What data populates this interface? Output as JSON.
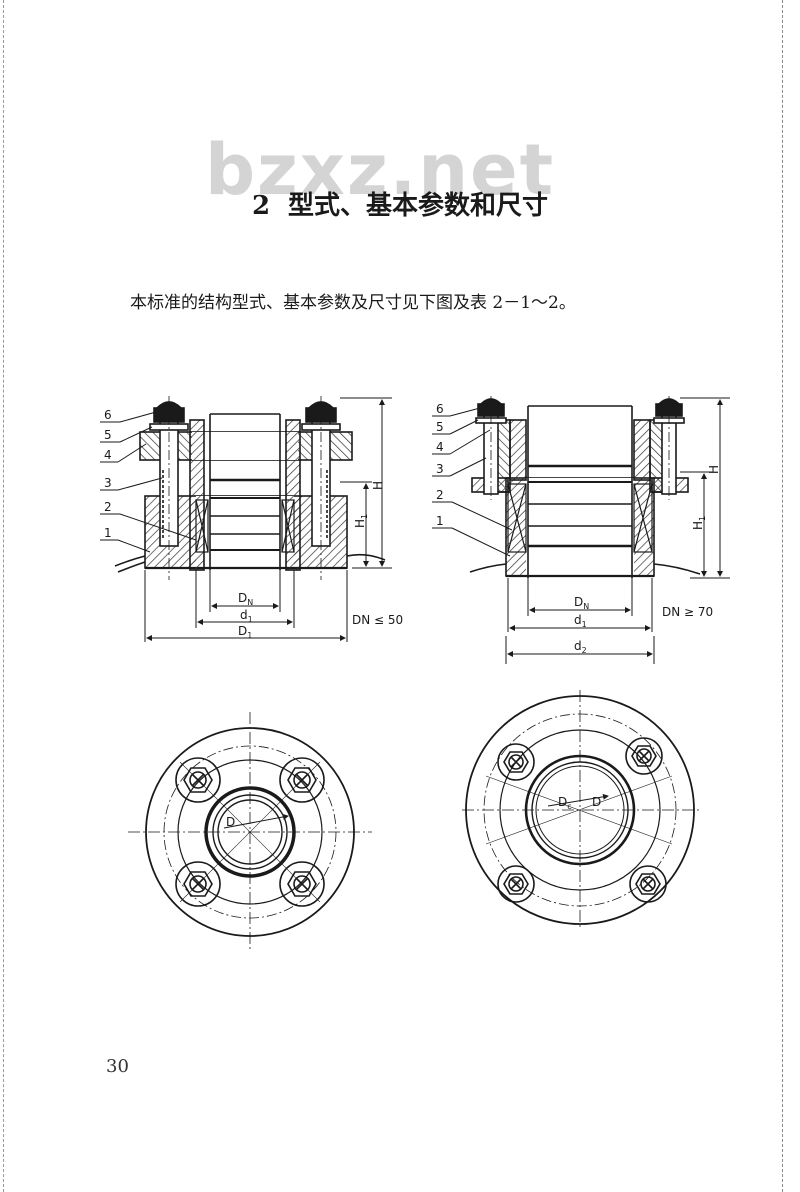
{
  "watermark": "bzxz.net",
  "section": {
    "number": "2",
    "title": "型式、基本参数和尺寸"
  },
  "intro": "本标准的结构型式、基本参数及尺寸见下图及表 2－1～2。",
  "page_number": "30",
  "figure_left": {
    "part_numbers": [
      "6",
      "5",
      "4",
      "3",
      "2",
      "1"
    ],
    "dims": {
      "DN": "D",
      "DN_sub": "N",
      "d1": "d",
      "d1_sub": "1",
      "D1": "D",
      "D1_sub": "1",
      "H": "H",
      "H1": "H",
      "H1_sub": "1"
    },
    "condition": "DN ≤ 50"
  },
  "figure_right": {
    "part_numbers": [
      "6",
      "5",
      "4",
      "3",
      "2",
      "1"
    ],
    "dims": {
      "DN": "D",
      "DN_sub": "N",
      "d1": "d",
      "d1_sub": "1",
      "d2": "d",
      "d2_sub": "2",
      "H": "H",
      "H1": "H",
      "H1_sub": "1"
    },
    "condition": "DN ≥ 70"
  },
  "plan_left": {
    "label_D": "D"
  },
  "plan_right": {
    "label_Dc": "D",
    "label_Dc_sub": "c",
    "label_D": "D"
  }
}
